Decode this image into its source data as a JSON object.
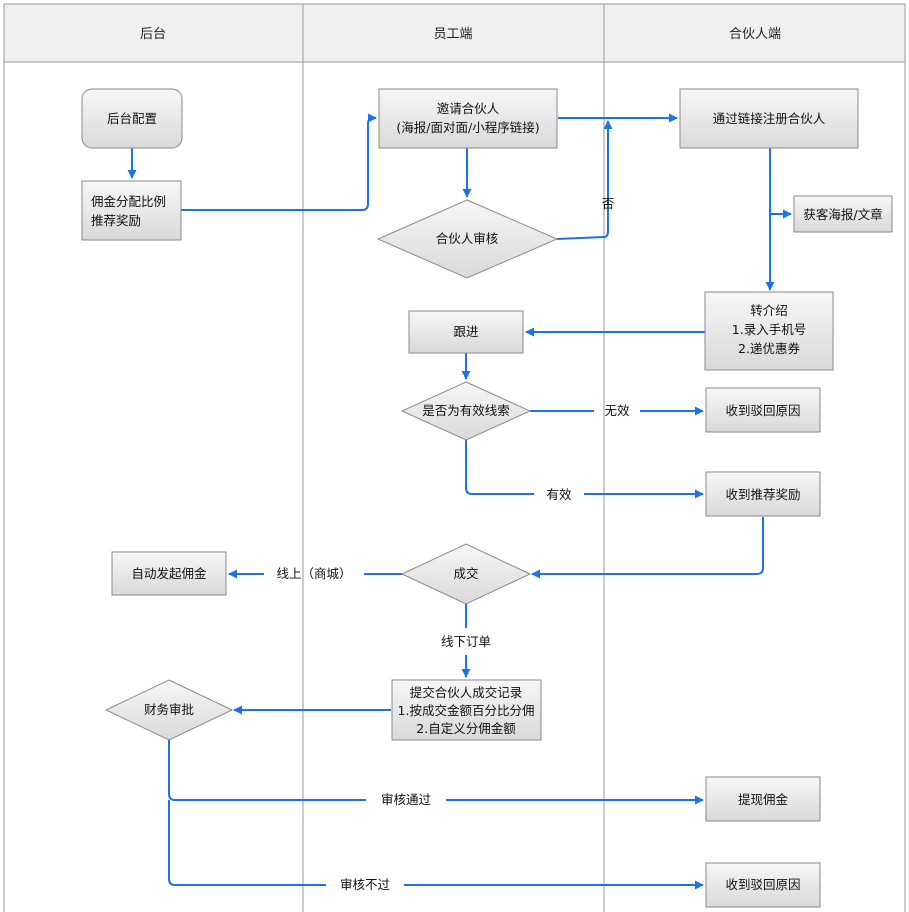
{
  "lanes": [
    {
      "id": "backend",
      "title": "后台"
    },
    {
      "id": "employee",
      "title": "员工端"
    },
    {
      "id": "partner",
      "title": "合伙人端"
    }
  ],
  "nodes": {
    "backend_config": {
      "lines": [
        "后台配置"
      ]
    },
    "commission_ratio": {
      "lines": [
        "佣金分配比例",
        "推荐奖励"
      ]
    },
    "invite_partner": {
      "lines": [
        "邀请合伙人",
        "(海报/面对面/小程序链接)"
      ]
    },
    "partner_review": {
      "lines": [
        "合伙人审核"
      ]
    },
    "register_partner": {
      "lines": [
        "通过链接注册合伙人"
      ]
    },
    "get_poster": {
      "lines": [
        "获客海报/文章"
      ]
    },
    "referral": {
      "lines": [
        "转介绍",
        "1.录入手机号",
        "2.递优惠券"
      ]
    },
    "follow_up": {
      "lines": [
        "跟进"
      ]
    },
    "valid_lead": {
      "lines": [
        "是否为有效线索"
      ]
    },
    "reject_reason_1": {
      "lines": [
        "收到驳回原因"
      ]
    },
    "receive_reward": {
      "lines": [
        "收到推荐奖励"
      ]
    },
    "auto_commission": {
      "lines": [
        "自动发起佣金"
      ]
    },
    "deal": {
      "lines": [
        "成交"
      ]
    },
    "submit_record": {
      "lines": [
        "提交合伙人成交记录",
        "1.按成交金额百分比分佣",
        "2.自定义分佣金额"
      ]
    },
    "finance_approval": {
      "lines": [
        "财务审批"
      ]
    },
    "withdraw": {
      "lines": [
        "提现佣金"
      ]
    },
    "reject_reason_2": {
      "lines": [
        "收到驳回原因"
      ]
    }
  },
  "edge_labels": {
    "no": "否",
    "invalid": "无效",
    "valid": "有效",
    "online": "线上（商城）",
    "offline": "线下订单",
    "approved": "审核通过",
    "rejected": "审核不过"
  },
  "colors": {
    "arrow": "#1a73e8",
    "node_fill_top": "#f7f7f7",
    "node_fill_bottom": "#d9d9d9",
    "node_stroke": "#8a8a8a",
    "lane_header": "#f0f0f0",
    "lane_border": "#9a9a9a"
  }
}
